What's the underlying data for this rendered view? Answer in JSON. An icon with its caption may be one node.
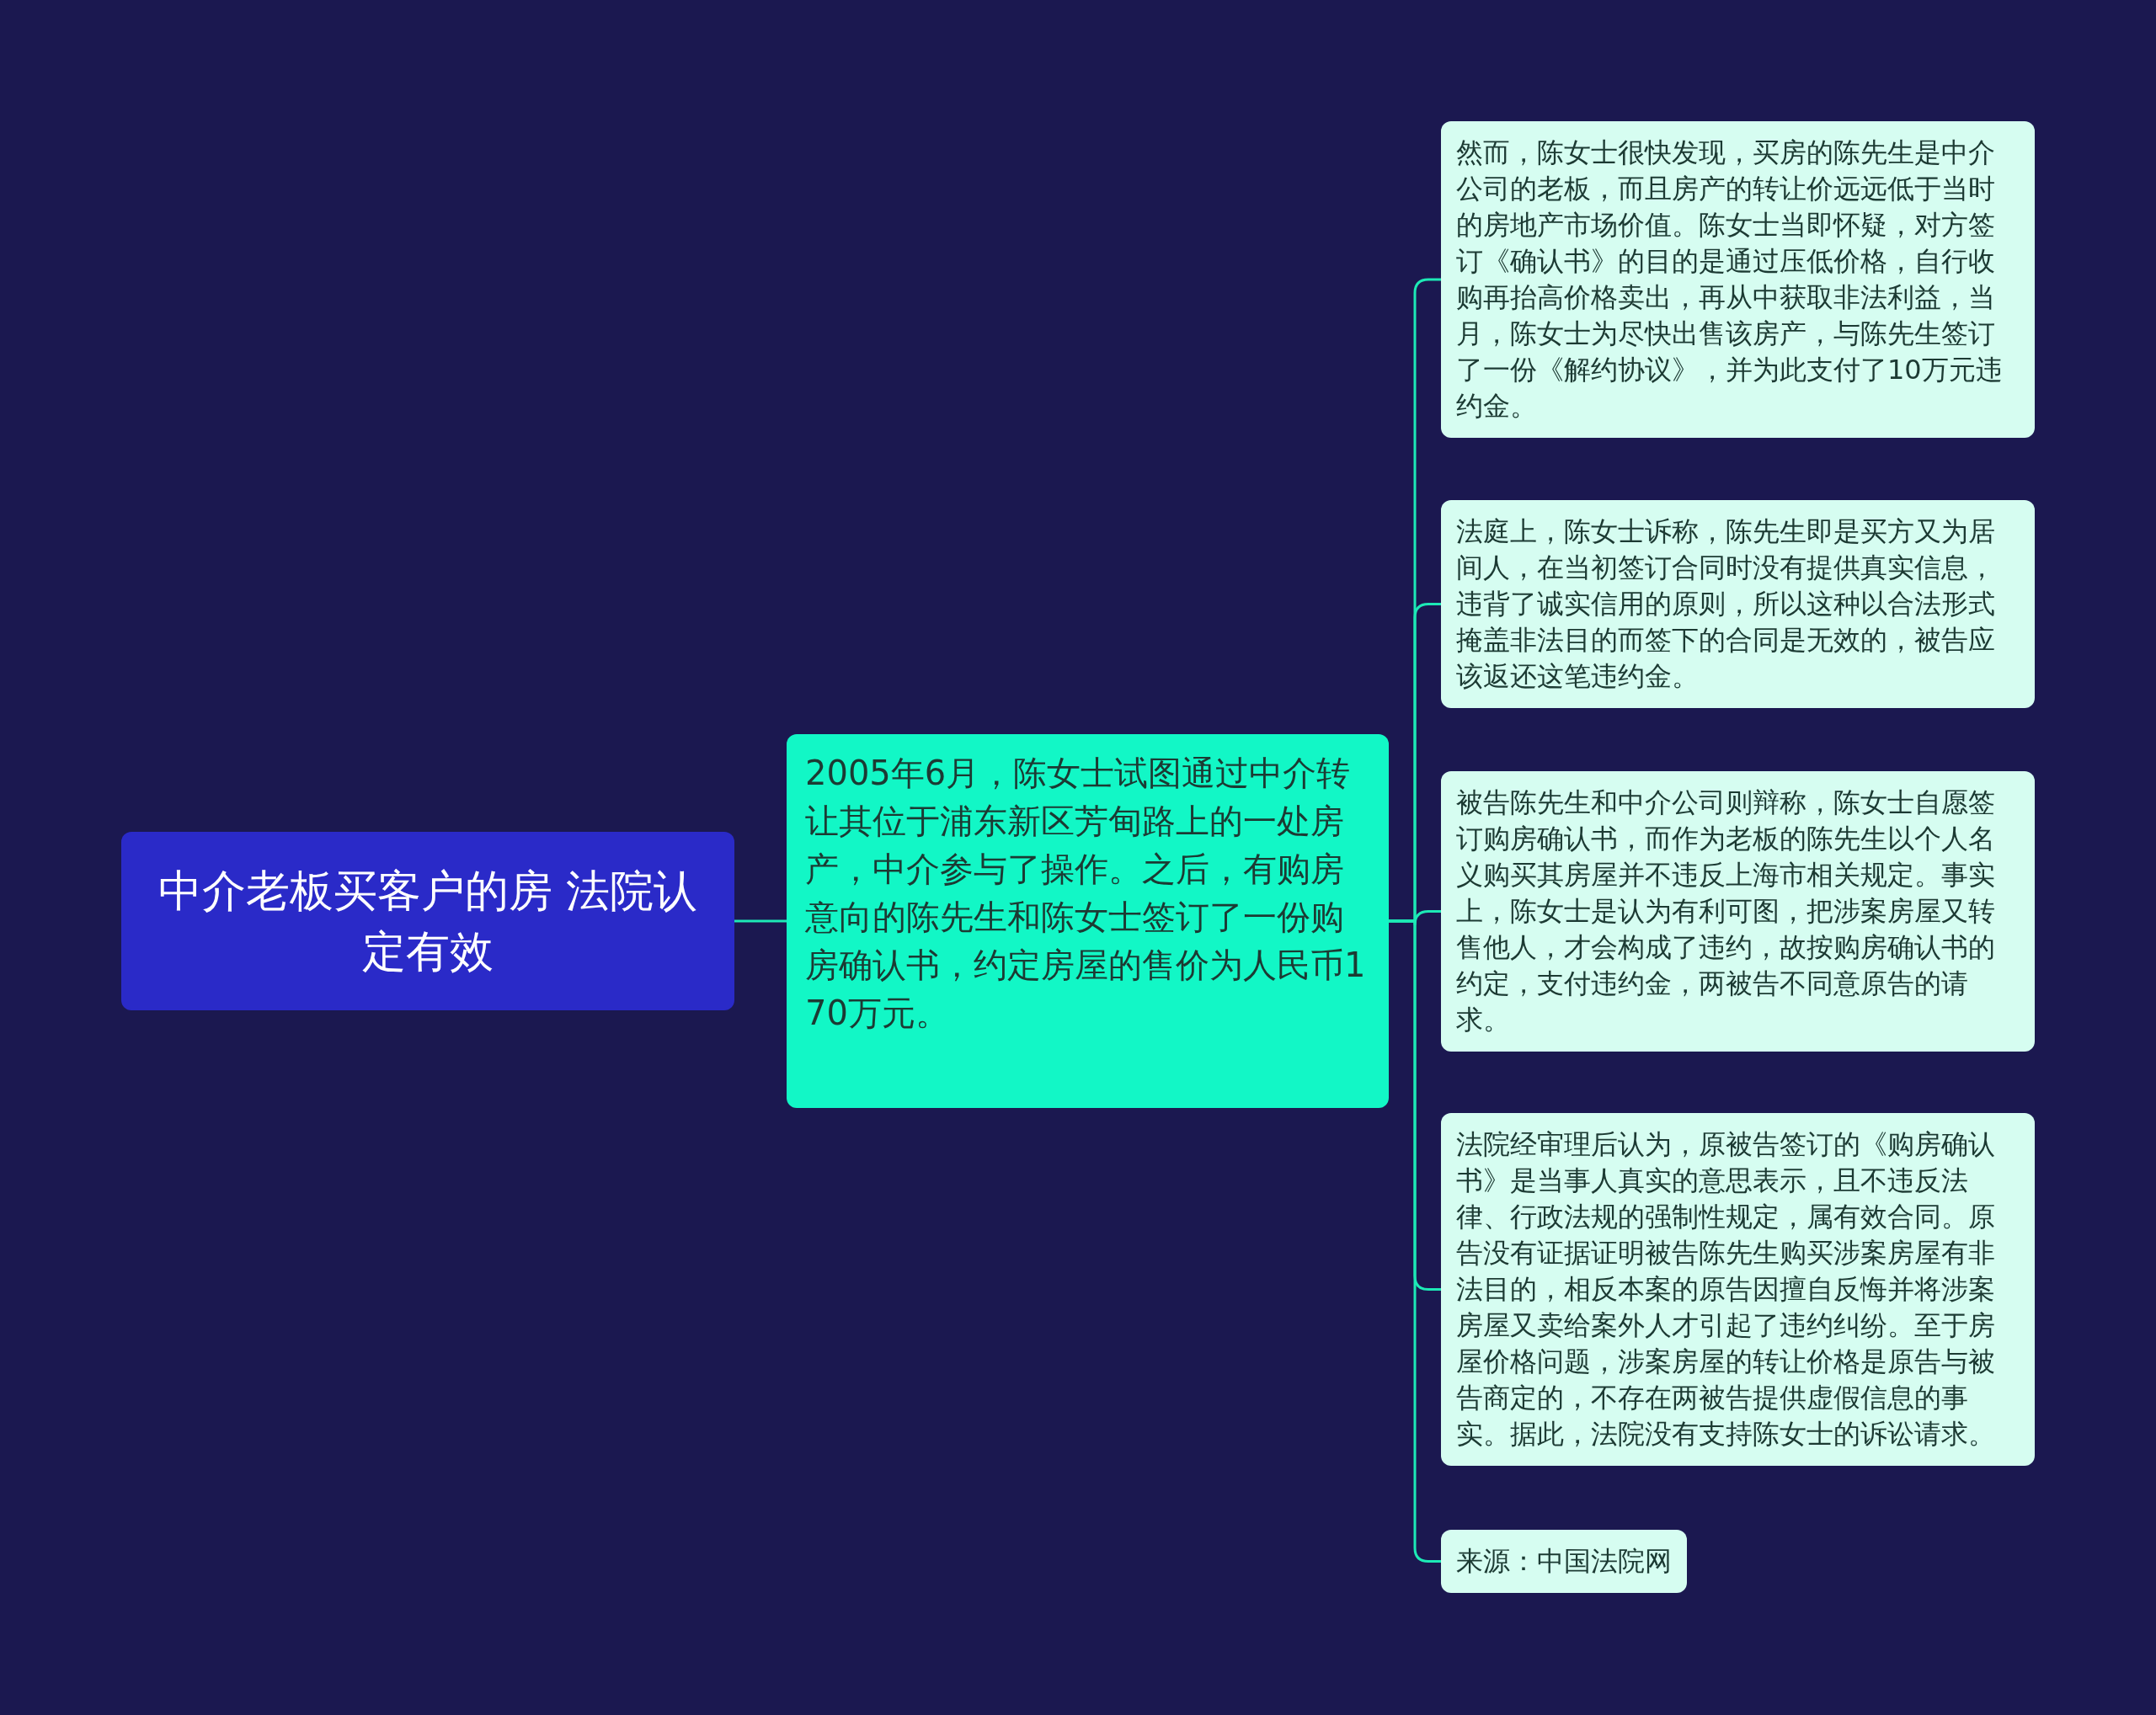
{
  "diagram": {
    "nodes": [
      {
        "text": [
          "中介老板买客户的房 法院认定有效"
        ]
      },
      {
        "text": [
          "2005年6月，陈女士试图通过中介转让其位于浦东新区芳甸路上的一处房产，中介参与了操作。之后，有购房意向的陈先生和陈女士签订了一份购房确认书，约定房屋的售价为人民币170万元。"
        ]
      },
      {
        "text": [
          "然而，陈女士很快发现，买房的陈先生是中介公司的老板，而且房产的转让价远远低于当时的房地产市场价值。陈女士当即怀疑，对方签订《确认书》的目的是通过压低价格，自行收购再抬高价格卖出，再从中获取非法利益，当月，陈女士为尽快出售该房产，与陈先生签订了一份《解约协议》，并为此支付了10万元违约金。"
        ]
      },
      {
        "text": [
          "法庭上，陈女士诉称，陈先生即是买方又为居间人，在当初签订合同时没有提供真实信息，违背了诚实信用的原则，所以这种以合法形式掩盖非法目的而签下的合同是无效的，被告应该返还这笔违约金。"
        ]
      },
      {
        "text": [
          "被告陈先生和中介公司则辩称，陈女士自愿签订购房确认书，而作为老板的陈先生以个人名义购买其房屋并不违反上海市相关规定。事实上，陈女士是认为有利可图，把涉案房屋又转售他人，才会构成了违约，故按购房确认书的约定，支付违约金，两被告不同意原告的请求。"
        ]
      },
      {
        "text": [
          "法院经审理后认为，原被告签订的《购房确认书》是当事人真实的意思表示，且不违反法律、行政法规的强制性规定，属有效合同。原告没有证据证明被告陈先生购买涉案房屋有非法目的，相反本案的原告因擅自反悔并将涉案房屋又卖给案外人才引起了违约纠纷。至于房屋价格问题，涉案房屋的转让价格是原告与被告商定的，不存在两被告提供虚假信息的事实。据此，法院没有支持陈女士的诉讼请求。"
        ]
      },
      {
        "text": [
          "来源：中国法院网"
        ]
      }
    ],
    "edges": [
      {
        "from": 0,
        "to": 1,
        "arrow": "none"
      },
      {
        "from": 1,
        "to": 2,
        "arrow": "none"
      },
      {
        "from": 1,
        "to": 3,
        "arrow": "none"
      },
      {
        "from": 1,
        "to": 4,
        "arrow": "none"
      },
      {
        "from": 1,
        "to": 5,
        "arrow": "none"
      },
      {
        "from": 1,
        "to": 6,
        "arrow": "none"
      }
    ]
  }
}
